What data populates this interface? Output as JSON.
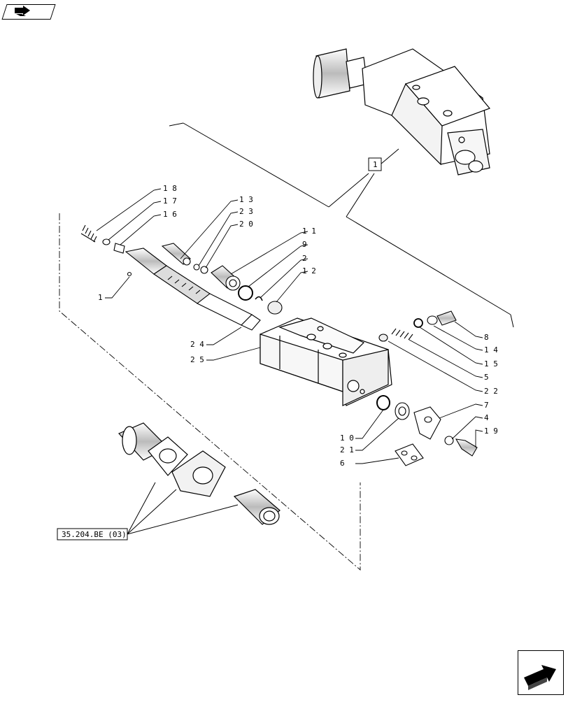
{
  "diagram": {
    "ref_box": "1",
    "cross_ref": "35.204.BE (03)",
    "labels": [
      {
        "id": "18",
        "text": "1 8"
      },
      {
        "id": "17",
        "text": "1 7"
      },
      {
        "id": "16",
        "text": "1 6"
      },
      {
        "id": "13",
        "text": "1 3"
      },
      {
        "id": "23",
        "text": "2 3"
      },
      {
        "id": "20",
        "text": "2 0"
      },
      {
        "id": "11",
        "text": "1 1"
      },
      {
        "id": "9",
        "text": "9"
      },
      {
        "id": "2",
        "text": "2"
      },
      {
        "id": "12",
        "text": "1 2"
      },
      {
        "id": "1",
        "text": "1"
      },
      {
        "id": "24",
        "text": "2 4"
      },
      {
        "id": "25",
        "text": "2 5"
      },
      {
        "id": "8",
        "text": "8"
      },
      {
        "id": "14",
        "text": "1 4"
      },
      {
        "id": "15",
        "text": "1 5"
      },
      {
        "id": "5",
        "text": "5"
      },
      {
        "id": "22",
        "text": "2 2"
      },
      {
        "id": "7",
        "text": "7"
      },
      {
        "id": "4",
        "text": "4"
      },
      {
        "id": "19",
        "text": "1 9"
      },
      {
        "id": "10",
        "text": "1 0"
      },
      {
        "id": "21",
        "text": "2 1"
      },
      {
        "id": "6",
        "text": "6"
      }
    ]
  },
  "nav": {
    "prev_icon": "page-back-arrow-icon",
    "next_icon": "page-forward-arrow-icon"
  }
}
